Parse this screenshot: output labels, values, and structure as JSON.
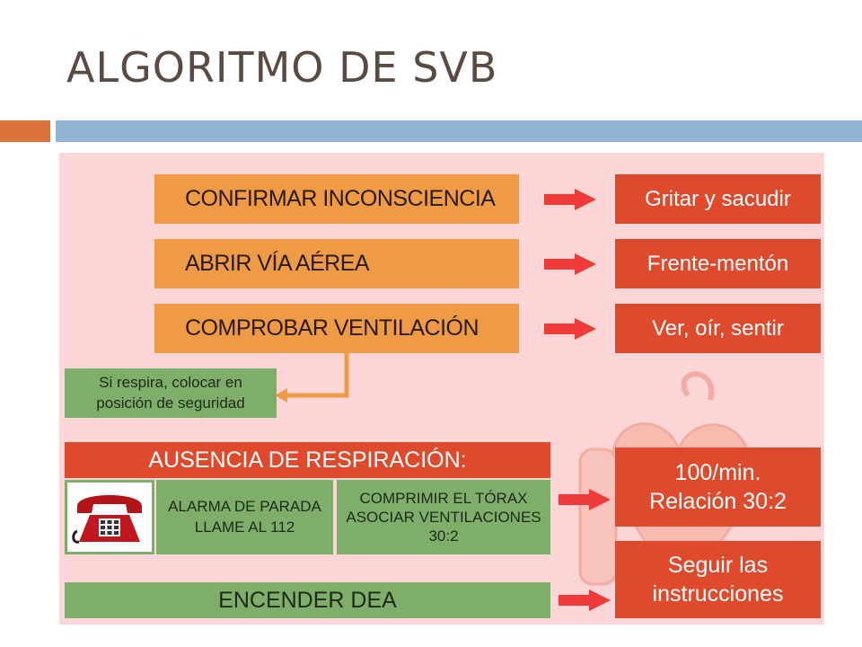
{
  "slide": {
    "title": "ALGORITMO DE SVB"
  },
  "steps": [
    {
      "label": "CONFIRMAR INCONSCIENCIA",
      "result": "Gritar y sacudir"
    },
    {
      "label": "ABRIR VÍA AÉREA",
      "result": "Frente-mentón"
    },
    {
      "label": "COMPROBAR VENTILACIÓN",
      "result": "Ver, oír, sentir"
    }
  ],
  "branch": {
    "line1": "Si respira, colocar en",
    "line2": "posición de seguridad"
  },
  "absence": {
    "header": "AUSENCIA DE RESPIRACIÓN:",
    "alarm_line1": "ALARMA DE PARADA",
    "alarm_line2": "LLAME AL 112",
    "compress_line1": "COMPRIMIR EL TÓRAX",
    "compress_line2": "ASOCIAR VENTILACIONES",
    "compress_line3": "30:2",
    "rate_line1": "100/min.",
    "rate_line2": "Relación 30:2"
  },
  "dea": {
    "label": "ENCENDER DEA",
    "result_line1": "Seguir las",
    "result_line2": "instrucciones"
  },
  "icons": {
    "phone": "telephone-icon",
    "arrow": "red-arrow-icon"
  },
  "colors": {
    "panel": "#fcd6d6",
    "orange_box": "#ef9a45",
    "red_box": "#e04a2c",
    "green_box": "#7eae6a",
    "arrow": "#ef3a3a"
  }
}
